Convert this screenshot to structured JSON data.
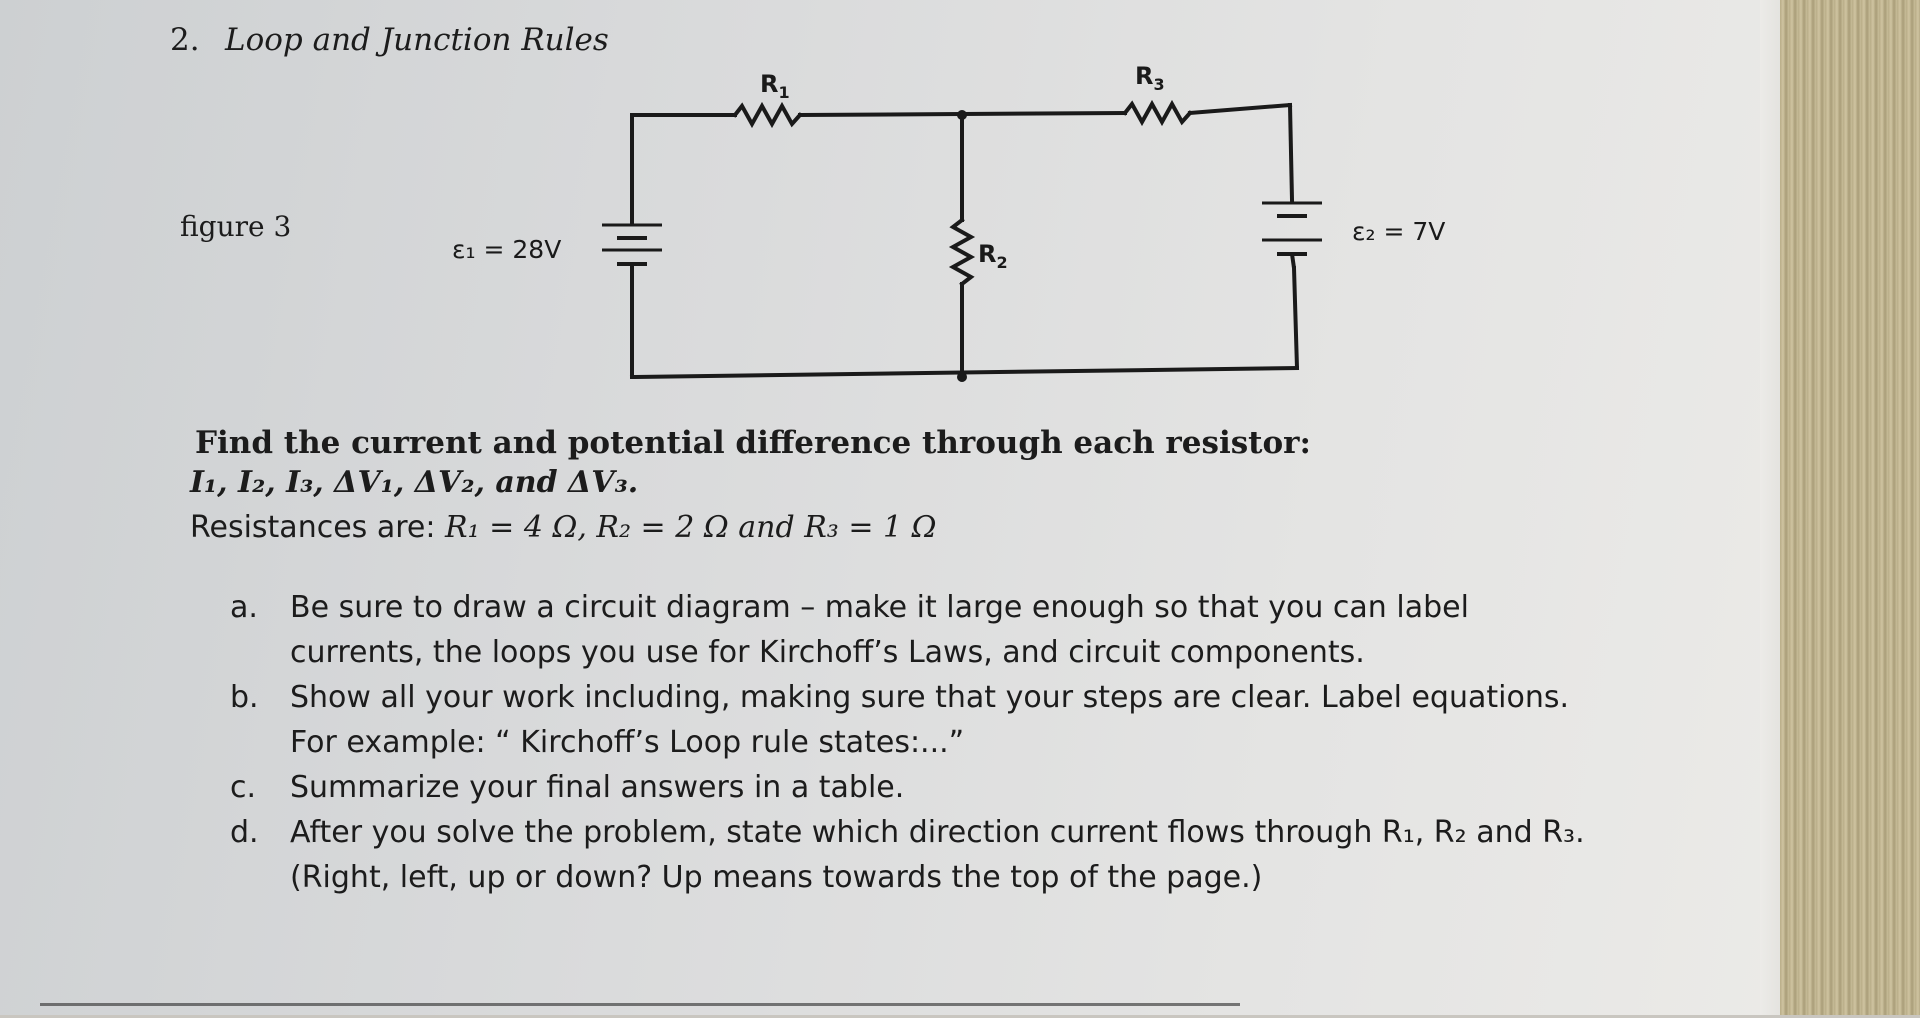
{
  "problem": {
    "number": "2.",
    "title": "Loop and Junction Rules",
    "figure_label": "figure 3"
  },
  "circuit": {
    "r1_label": "R",
    "r1_sub": "1",
    "r2_label": "R",
    "r2_sub": "2",
    "r3_label": "R",
    "r3_sub": "3",
    "emf1_label": "ε₁ = 28V",
    "emf2_label": "ε₂ = 7V"
  },
  "body": {
    "prompt": "Find the current and potential difference through each resistor:",
    "variables": "I₁, I₂, I₃, ΔV₁, ΔV₂, and ΔV₃.",
    "resistances_prefix": "Resistances are: ",
    "resistances_math": "R₁ = 4 Ω, R₂ = 2 Ω and R₃ = 1 Ω"
  },
  "items": [
    {
      "letter": "a.",
      "text": "Be sure to draw a circuit diagram – make it large enough so that you can label currents, the loops you use for Kirchoff’s Laws, and circuit components."
    },
    {
      "letter": "b.",
      "text": "Show all your work including, making sure that your steps are clear.  Label equations.  For example: “ Kirchoff’s Loop rule states:...”"
    },
    {
      "letter": "c.",
      "text": "Summarize your final answers in a table."
    },
    {
      "letter": "d.",
      "text": "After you solve the problem, state which direction current flows through R₁, R₂ and R₃.  (Right, left, up or down?  Up means towards the top of the page.)"
    }
  ]
}
